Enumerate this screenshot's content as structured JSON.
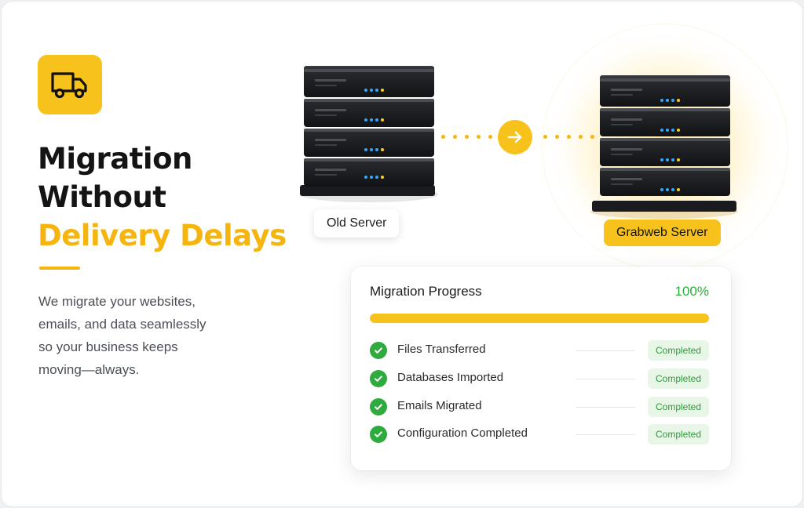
{
  "hero": {
    "icon": "truck-icon",
    "title_line1": "Migration",
    "title_line2": "Without",
    "title_accent": "Delivery Delays",
    "description_lines": [
      "We migrate your websites,",
      "emails, and data seamlessly",
      "so your business keeps",
      "moving—always."
    ]
  },
  "servers": {
    "source_label": "Old Server",
    "target_label": "Grabweb Server",
    "connector_icon": "arrow-right-icon"
  },
  "progress": {
    "title": "Migration Progress",
    "percent_label": "100%",
    "percent_value": 100,
    "tasks": [
      {
        "label": "Files Transferred",
        "status": "Completed",
        "icon": "check-circle-icon"
      },
      {
        "label": "Databases Imported",
        "status": "Completed",
        "icon": "check-circle-icon"
      },
      {
        "label": "Emails Migrated",
        "status": "Completed",
        "icon": "check-circle-icon"
      },
      {
        "label": "Configuration Completed",
        "status": "Completed",
        "icon": "check-circle-icon"
      }
    ]
  },
  "colors": {
    "accent": "#f8c21c",
    "accent_text": "#f5b50e",
    "success": "#2eaa3f",
    "success_badge_bg": "#e8f6e7"
  }
}
